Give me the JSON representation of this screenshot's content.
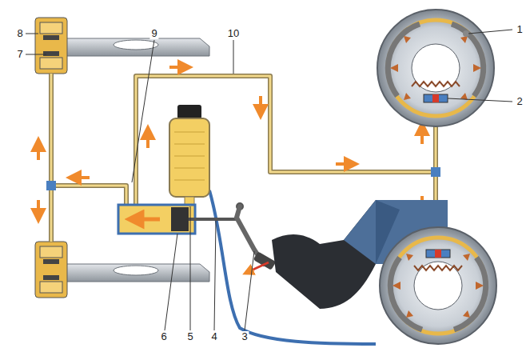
{
  "diagram": {
    "labels": [
      "8",
      "9",
      "10",
      "1",
      "7",
      "2",
      "6",
      "5",
      "4",
      "3"
    ]
  }
}
